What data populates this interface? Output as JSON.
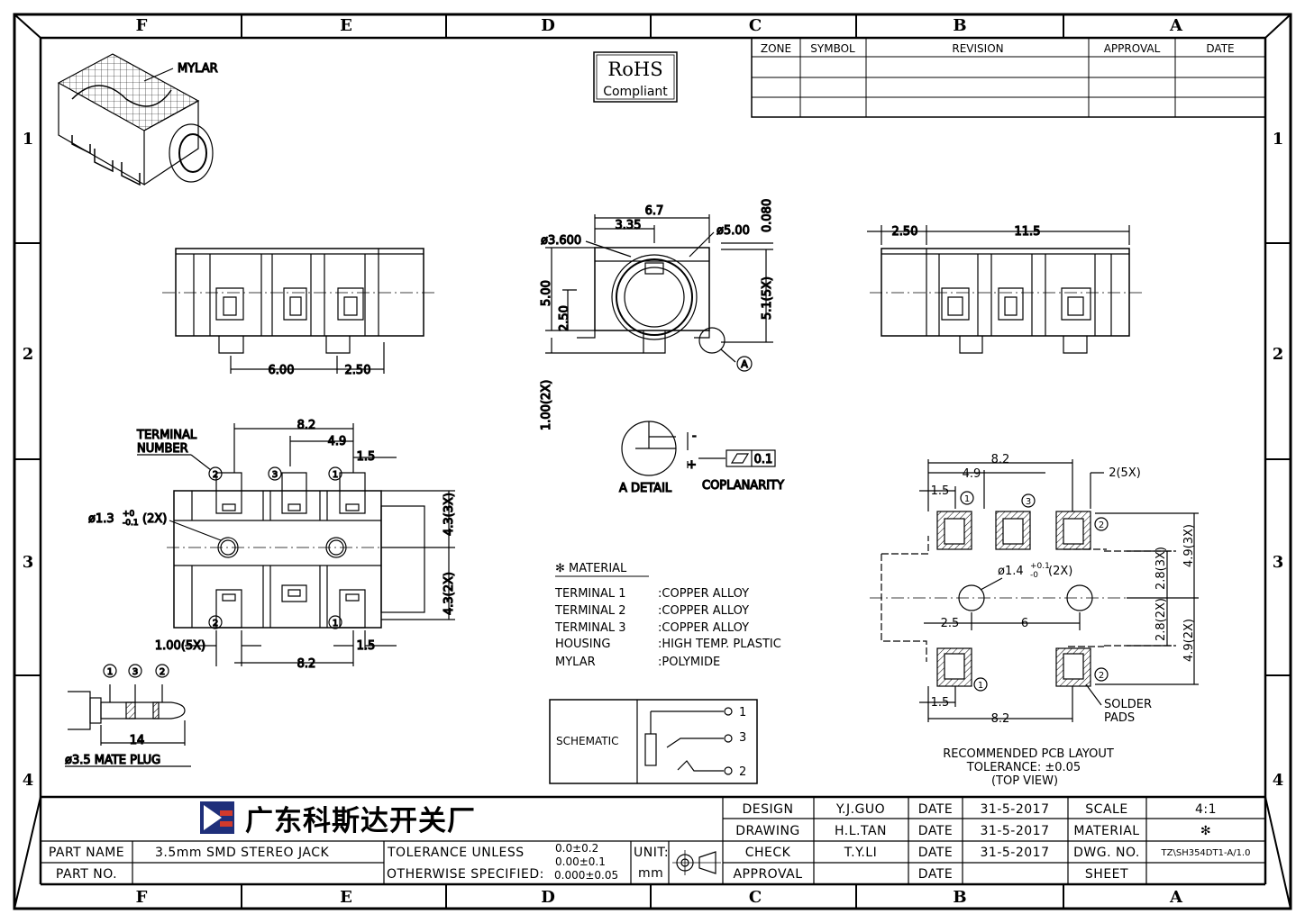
{
  "zones": {
    "letters": [
      "F",
      "E",
      "D",
      "C",
      "B",
      "A"
    ],
    "numbers": [
      "1",
      "2",
      "3",
      "4"
    ]
  },
  "rohs": {
    "line1": "RoHS",
    "line2": "Compliant"
  },
  "revision_table": {
    "headers": [
      "ZONE",
      "SYMBOL",
      "REVISION",
      "APPROVAL",
      "DATE"
    ]
  },
  "labels": {
    "mylar": "MYLAR",
    "terminal_number_1": "TERMINAL",
    "terminal_number_2": "NUMBER",
    "a_detail": "A DETAIL",
    "coplanarity": "COPLANARITY",
    "coplanarity_value": "0.1",
    "detail_ref": "A",
    "mate_plug": "ø3.5 MATE PLUG",
    "solder_pads_1": "SOLDER",
    "solder_pads_2": "PADS",
    "pcb_1": "RECOMMENDED PCB LAYOUT",
    "pcb_2": "TOLERANCE: ±0.05",
    "pcb_3": "(TOP VIEW)",
    "schematic": "SCHEMATIC"
  },
  "dimensions": {
    "side_left": [
      "6.00",
      "2.50"
    ],
    "front": [
      "6.7",
      "3.35",
      "ø3.600",
      "ø5.00",
      "0.080",
      "5.00",
      "2.50",
      "5.1(5X)",
      "1.00(2X)"
    ],
    "side_right": [
      "2.50",
      "11.5"
    ],
    "bottom": [
      "8.2",
      "4.9",
      "1.5",
      "ø1.3",
      "+0",
      "-0.1",
      "(2X)",
      "4.3(3X)",
      "4.3(2X)",
      "1.00(5X)",
      "1.5",
      "8.2"
    ],
    "plug": [
      "14"
    ],
    "pcb": [
      "8.2",
      "4.9",
      "1.5",
      "2(5X)",
      "ø1.4",
      "+0.1",
      "-0",
      "(2X)",
      "2.8(3X)",
      "4.9(3X)",
      "2.5",
      "6",
      "2.8(2X)",
      "4.9(2X)",
      "1.5",
      "8.2"
    ]
  },
  "terminals": {
    "t1": "1",
    "t2": "2",
    "t3": "3"
  },
  "material": {
    "title": "✻ MATERIAL",
    "rows": [
      {
        "part": "TERMINAL 1",
        "value": ":COPPER ALLOY"
      },
      {
        "part": "TERMINAL 2",
        "value": ":COPPER ALLOY"
      },
      {
        "part": "TERMINAL 3",
        "value": ":COPPER ALLOY"
      },
      {
        "part": "HOUSING",
        "value": ":HIGH TEMP. PLASTIC"
      },
      {
        "part": "MYLAR",
        "value": ":POLYMIDE"
      }
    ]
  },
  "schematic_pins": [
    "1",
    "3",
    "2"
  ],
  "title_block": {
    "company": "广东科斯达开关厂",
    "part_name_label": "PART NAME",
    "part_name": "3.5mm SMD STEREO JACK",
    "part_no_label": "PART NO.",
    "tolerance_1": "TOLERANCE UNLESS",
    "tolerance_2": "OTHERWISE SPECIFIED:",
    "tol_values": [
      "0.0±0.2",
      "0.00±0.1",
      "0.000±0.05"
    ],
    "unit_label": "UNIT:",
    "unit": "mm",
    "rows": [
      {
        "role": "DESIGN",
        "name": "Y.J.GUO",
        "date_label": "DATE",
        "date": "31-5-2017",
        "k": "SCALE",
        "v": "4:1"
      },
      {
        "role": "DRAWING",
        "name": "H.L.TAN",
        "date_label": "DATE",
        "date": "31-5-2017",
        "k": "MATERIAL",
        "v": "✻"
      },
      {
        "role": "CHECK",
        "name": "T.Y.LI",
        "date_label": "DATE",
        "date": "31-5-2017",
        "k": "DWG. NO.",
        "v": "TZ\\SH354DT1-A/1.0"
      },
      {
        "role": "APPROVAL",
        "name": "",
        "date_label": "DATE",
        "date": "",
        "k": "SHEET",
        "v": ""
      }
    ]
  }
}
